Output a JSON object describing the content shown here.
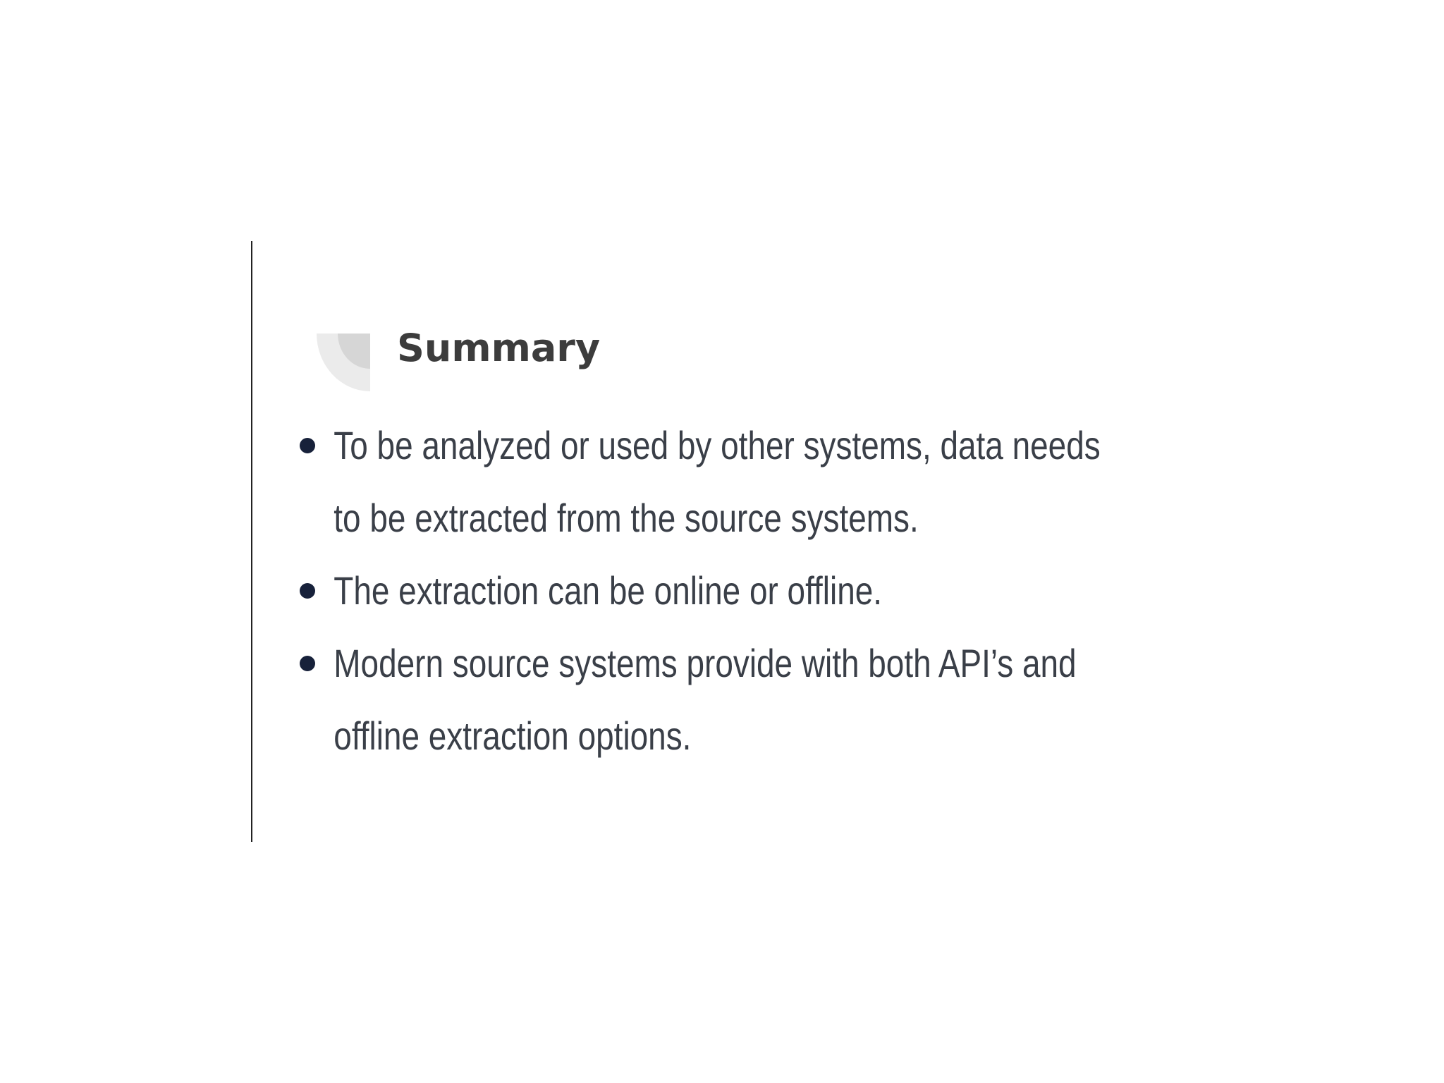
{
  "slide": {
    "title": "Summary",
    "bullets": [
      {
        "lines": [
          "To be analyzed or used by other systems, data needs",
          "to be extracted from the source systems."
        ]
      },
      {
        "lines": [
          "The extraction can be online or offline."
        ]
      },
      {
        "lines": [
          "Modern source systems provide with both API’s and",
          "offline extraction options."
        ]
      }
    ],
    "colors": {
      "bullet": "#17213a",
      "text": "#3a3f48",
      "title": "#3c3c3c"
    }
  }
}
